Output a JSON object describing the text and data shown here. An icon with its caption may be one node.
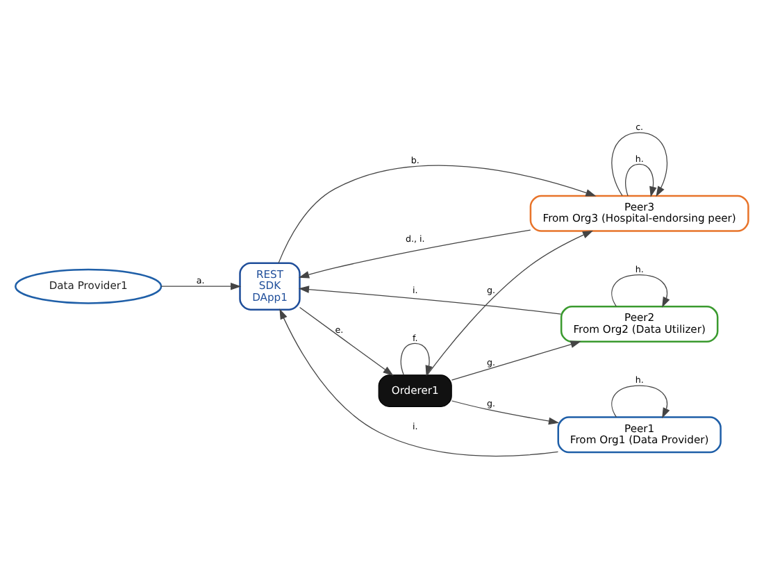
{
  "diagram": {
    "nodes": [
      {
        "text": [
          "Data Provider1"
        ]
      },
      {
        "text": [
          "REST",
          "SDK",
          "DApp1"
        ]
      },
      {
        "text": [
          "Peer1",
          "From Org1 (Data Provider)"
        ]
      },
      {
        "text": [
          "Peer2",
          "From Org2 (Data Utilizer)"
        ]
      },
      {
        "text": [
          "Peer3",
          "From Org3 (Hospital-endorsing peer)"
        ]
      },
      {
        "text": [
          "Orderer1"
        ]
      }
    ],
    "edges": [
      {
        "from": 0,
        "to": 1,
        "arrow": "to",
        "label": "a."
      },
      {
        "from": 2,
        "to": 1,
        "arrow": "to",
        "label": "i."
      },
      {
        "from": 3,
        "to": 1,
        "arrow": "to",
        "label": "i."
      },
      {
        "from": 1,
        "to": 4,
        "arrow": "to",
        "label": "b."
      },
      {
        "from": 4,
        "to": 1,
        "arrow": "to",
        "label": "d., i."
      },
      {
        "from": 1,
        "to": 5,
        "arrow": "to",
        "label": "e."
      },
      {
        "from": 5,
        "to": 2,
        "arrow": "to",
        "label": "g."
      },
      {
        "from": 5,
        "to": 3,
        "arrow": "to",
        "label": "g."
      },
      {
        "from": 5,
        "to": 4,
        "arrow": "to",
        "label": "g."
      },
      {
        "from": 5,
        "to": 5,
        "arrow": "to",
        "label": "f."
      },
      {
        "from": 2,
        "to": 2,
        "arrow": "to",
        "label": "h."
      },
      {
        "from": 3,
        "to": 3,
        "arrow": "to",
        "label": "h."
      },
      {
        "from": 4,
        "to": 4,
        "arrow": "to",
        "label": "h."
      },
      {
        "from": 4,
        "to": 4,
        "arrow": "to",
        "label": "c."
      }
    ]
  }
}
